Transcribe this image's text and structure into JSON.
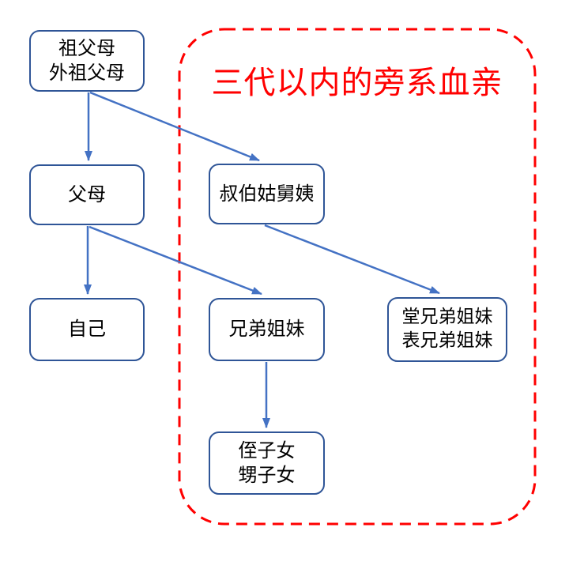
{
  "diagram": {
    "frame": {
      "label": "三代以内的旁系血亲",
      "style": "dashed-rounded-rectangle",
      "color": "#FF0000"
    },
    "colors": {
      "node_border": "#2F5597",
      "node_fill": "#FFFFFF",
      "arrow": "#4472C4",
      "frame": "#FF0000",
      "text": "#000000",
      "background": "#FFFFFF"
    },
    "nodes": [
      {
        "id": "grandparents",
        "lines": [
          "祖父母",
          "外祖父母"
        ]
      },
      {
        "id": "parents",
        "lines": [
          "父母"
        ]
      },
      {
        "id": "uncles-aunts",
        "lines": [
          "叔伯姑舅姨"
        ]
      },
      {
        "id": "self",
        "lines": [
          "自己"
        ]
      },
      {
        "id": "siblings",
        "lines": [
          "兄弟姐妹"
        ]
      },
      {
        "id": "cousins",
        "lines": [
          "堂兄弟姐妹",
          "表兄弟姐妹"
        ]
      },
      {
        "id": "nephews-nieces",
        "lines": [
          "侄子女",
          "甥子女"
        ]
      }
    ],
    "edges": [
      {
        "from": "grandparents",
        "to": "parents"
      },
      {
        "from": "grandparents",
        "to": "uncles-aunts"
      },
      {
        "from": "parents",
        "to": "self"
      },
      {
        "from": "parents",
        "to": "siblings"
      },
      {
        "from": "uncles-aunts",
        "to": "cousins"
      },
      {
        "from": "siblings",
        "to": "nephews-nieces"
      }
    ]
  }
}
